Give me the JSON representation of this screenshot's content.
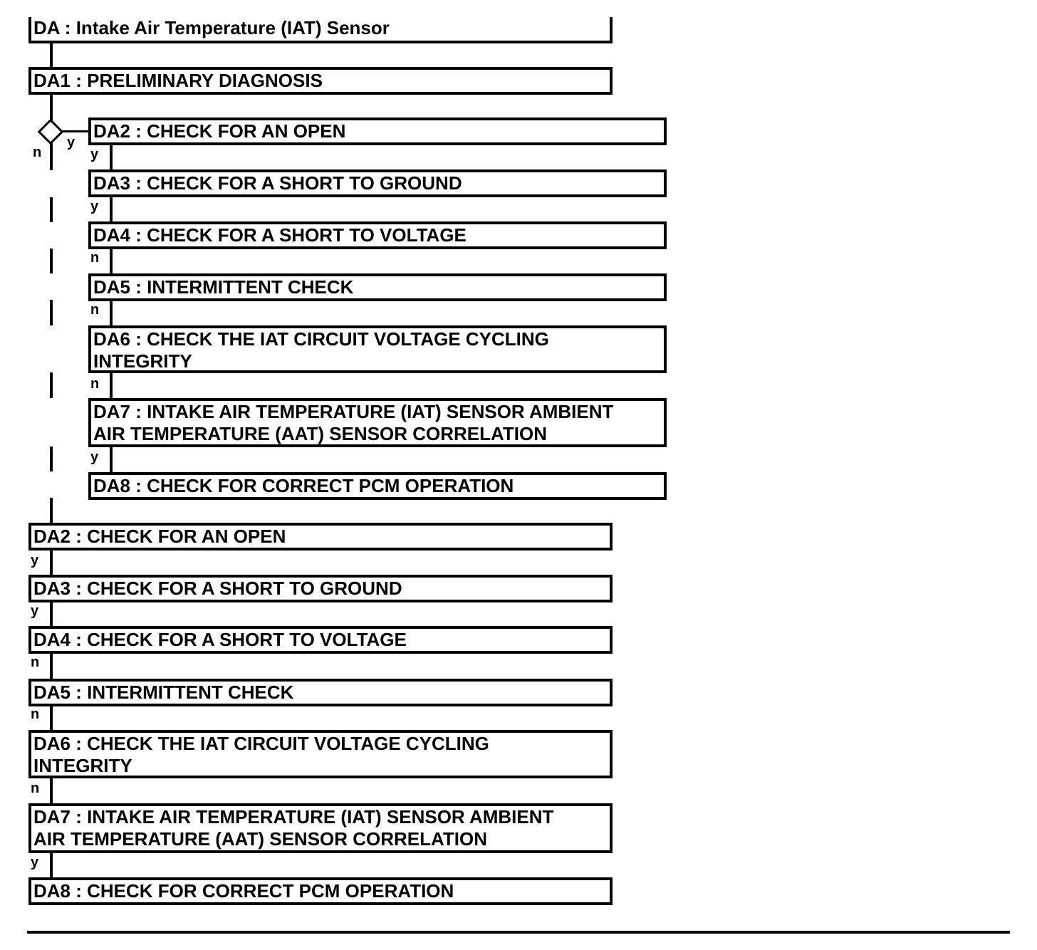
{
  "title": "DA : Intake Air Temperature (IAT) Sensor",
  "preliminary": "DA1 : PRELIMINARY DIAGNOSIS",
  "decision": {
    "yes_label": "y",
    "no_label": "n"
  },
  "yes_branch": [
    {
      "text": "DA2 : CHECK FOR AN OPEN",
      "edge": "y"
    },
    {
      "text": "DA3 : CHECK FOR A SHORT TO GROUND",
      "edge": "y"
    },
    {
      "text": "DA4 : CHECK FOR A SHORT TO VOLTAGE",
      "edge": "n"
    },
    {
      "text": "DA5 : INTERMITTENT CHECK",
      "edge": "n"
    },
    {
      "line1": "DA6 : CHECK THE IAT CIRCUIT VOLTAGE CYCLING",
      "line2": "INTEGRITY",
      "edge": "n"
    },
    {
      "line1": "DA7 : INTAKE AIR TEMPERATURE (IAT) SENSOR AMBIENT",
      "line2": "AIR TEMPERATURE (AAT) SENSOR CORRELATION",
      "edge": "y"
    },
    {
      "text": "DA8 : CHECK FOR CORRECT PCM OPERATION"
    }
  ],
  "no_branch": [
    {
      "text": "DA2 : CHECK FOR AN OPEN",
      "edge": "y"
    },
    {
      "text": "DA3 : CHECK FOR A SHORT TO GROUND",
      "edge": "y"
    },
    {
      "text": "DA4 : CHECK FOR A SHORT TO VOLTAGE",
      "edge": "n"
    },
    {
      "text": "DA5 : INTERMITTENT CHECK",
      "edge": "n"
    },
    {
      "line1": "DA6 : CHECK THE IAT CIRCUIT VOLTAGE CYCLING",
      "line2": "INTEGRITY",
      "edge": "n"
    },
    {
      "line1": "DA7 : INTAKE AIR TEMPERATURE (IAT) SENSOR AMBIENT",
      "line2": "AIR TEMPERATURE (AAT) SENSOR CORRELATION",
      "edge": "y"
    },
    {
      "text": "DA8 : CHECK FOR CORRECT PCM OPERATION"
    }
  ]
}
